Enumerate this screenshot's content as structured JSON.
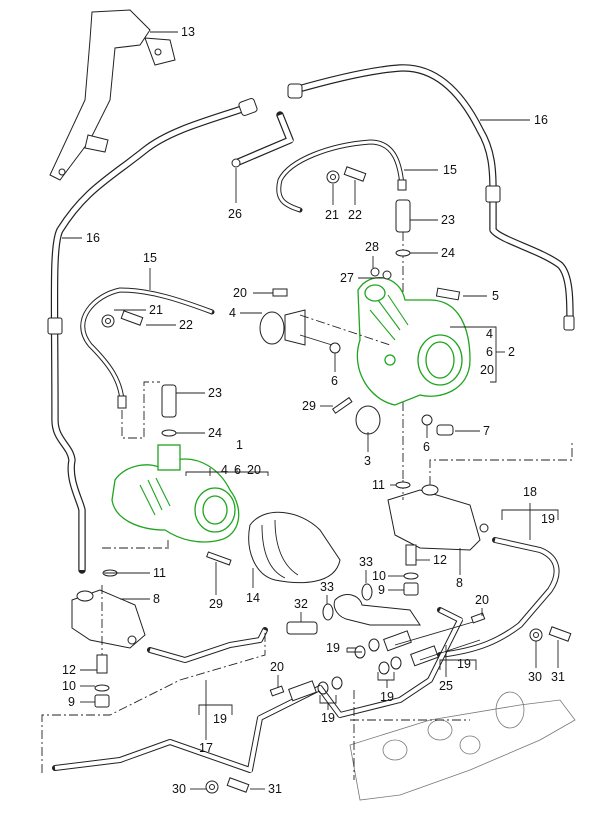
{
  "diagram": {
    "type": "exploded parts diagram",
    "subject": "Turbocharger oil supply and return lines",
    "highlight_color": "#1fa51f",
    "line_color": "#222222",
    "callouts": [
      {
        "id": "c13a",
        "label": "13",
        "part": "bracket"
      },
      {
        "id": "c16a",
        "label": "16",
        "part": "oil return pipe (right)"
      },
      {
        "id": "c16b",
        "label": "16",
        "part": "oil return pipe (left)"
      },
      {
        "id": "c26",
        "label": "26",
        "part": "hose"
      },
      {
        "id": "c15a",
        "label": "15",
        "part": "oil supply line (right)"
      },
      {
        "id": "c15b",
        "label": "15",
        "part": "oil supply line (left)"
      },
      {
        "id": "c21a",
        "label": "21",
        "part": "clamp (right)"
      },
      {
        "id": "c22a",
        "label": "22",
        "part": "bolt (right)"
      },
      {
        "id": "c21b",
        "label": "21",
        "part": "clamp (left)"
      },
      {
        "id": "c22b",
        "label": "22",
        "part": "bolt (left)"
      },
      {
        "id": "c23a",
        "label": "23",
        "part": "hollow screw (right)"
      },
      {
        "id": "c24a",
        "label": "24",
        "part": "seal ring (right)"
      },
      {
        "id": "c23b",
        "label": "23",
        "part": "hollow screw (left)"
      },
      {
        "id": "c24b",
        "label": "24",
        "part": "seal ring (left)"
      },
      {
        "id": "c28",
        "label": "28",
        "part": "nut"
      },
      {
        "id": "c27",
        "label": "27",
        "part": "washer"
      },
      {
        "id": "c20a",
        "label": "20",
        "part": "screw (actuator)"
      },
      {
        "id": "c4a",
        "label": "4",
        "part": "wastegate actuator"
      },
      {
        "id": "c5",
        "label": "5",
        "part": "bolt"
      },
      {
        "id": "c6a",
        "label": "6",
        "part": "nut"
      },
      {
        "id": "c6b",
        "label": "6",
        "part": "nut"
      },
      {
        "id": "c7",
        "label": "7",
        "part": "bracket clip"
      },
      {
        "id": "c29a",
        "label": "29",
        "part": "stud (right)"
      },
      {
        "id": "c3",
        "label": "3",
        "part": "clamp ring"
      },
      {
        "id": "c2",
        "label": "2",
        "part": "turbocharger right",
        "includes": [
          "4",
          "6",
          "20"
        ]
      },
      {
        "id": "c1",
        "label": "1",
        "part": "turbocharger left",
        "includes": [
          "4",
          "6",
          "20"
        ]
      },
      {
        "id": "c11a",
        "label": "11",
        "part": "gasket (right)"
      },
      {
        "id": "c11b",
        "label": "11",
        "part": "gasket (left)"
      },
      {
        "id": "c8a",
        "label": "8",
        "part": "oil collector (right)"
      },
      {
        "id": "c8b",
        "label": "8",
        "part": "oil collector (left)"
      },
      {
        "id": "c12a",
        "label": "12",
        "part": "hollow screw"
      },
      {
        "id": "c10a",
        "label": "10",
        "part": "seal ring"
      },
      {
        "id": "c9a",
        "label": "9",
        "part": "plug"
      },
      {
        "id": "c12b",
        "label": "12",
        "part": "hollow screw"
      },
      {
        "id": "c10b",
        "label": "10",
        "part": "seal ring"
      },
      {
        "id": "c9b",
        "label": "9",
        "part": "plug"
      },
      {
        "id": "c18",
        "label": "18",
        "part": "oil line",
        "includes": [
          "19"
        ]
      },
      {
        "id": "c17",
        "label": "17",
        "part": "oil line",
        "includes": [
          "19"
        ]
      },
      {
        "id": "c25",
        "label": "25",
        "part": "oil line",
        "includes": [
          "19"
        ]
      },
      {
        "id": "c29b",
        "label": "29",
        "part": "stud (left)"
      },
      {
        "id": "c14",
        "label": "14",
        "part": "heat shield"
      },
      {
        "id": "c33a",
        "label": "33",
        "part": "seal ring"
      },
      {
        "id": "c33b",
        "label": "33",
        "part": "seal ring"
      },
      {
        "id": "c32",
        "label": "32",
        "part": "hollow bolt"
      },
      {
        "id": "c20b",
        "label": "20",
        "part": "screw"
      },
      {
        "id": "c20c",
        "label": "20",
        "part": "screw"
      },
      {
        "id": "c19a",
        "label": "19",
        "part": "O-ring"
      },
      {
        "id": "c19b",
        "label": "19",
        "part": "O-ring"
      },
      {
        "id": "c19c",
        "label": "19",
        "part": "O-ring"
      },
      {
        "id": "c30a",
        "label": "30",
        "part": "clamp"
      },
      {
        "id": "c31a",
        "label": "31",
        "part": "bolt"
      },
      {
        "id": "c30b",
        "label": "30",
        "part": "clamp"
      },
      {
        "id": "c31b",
        "label": "31",
        "part": "bolt"
      }
    ],
    "group_labels": {
      "g2_items": [
        "4",
        "6",
        "20"
      ],
      "g1_items": [
        "4",
        "6",
        "20"
      ],
      "g18_sub": "19",
      "g17_sub": "19",
      "g25_sub": "19"
    }
  }
}
